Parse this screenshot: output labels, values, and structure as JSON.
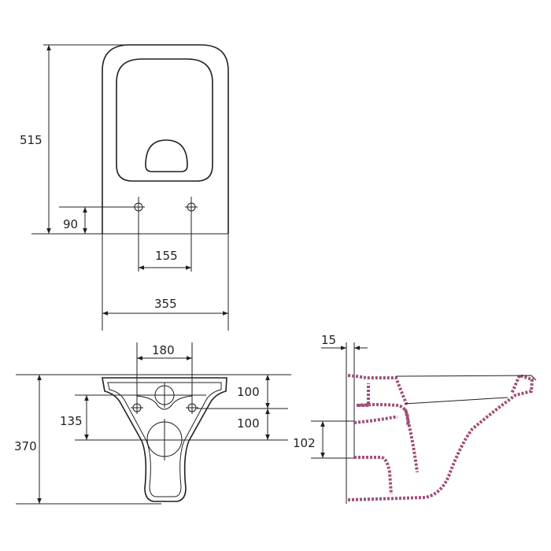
{
  "top_view": {
    "height": "515",
    "hole_height": "90",
    "hole_spacing": "155",
    "width": "355"
  },
  "front_view": {
    "bolt_spacing": "180",
    "upper_offset": "100",
    "lower_offset": "100",
    "inlet_offset": "135",
    "total_height": "370"
  },
  "side_view": {
    "wall_gap": "15",
    "outlet_offset": "102"
  },
  "colors": {
    "line": "#231f20",
    "section_hatch": "#a0507a"
  }
}
